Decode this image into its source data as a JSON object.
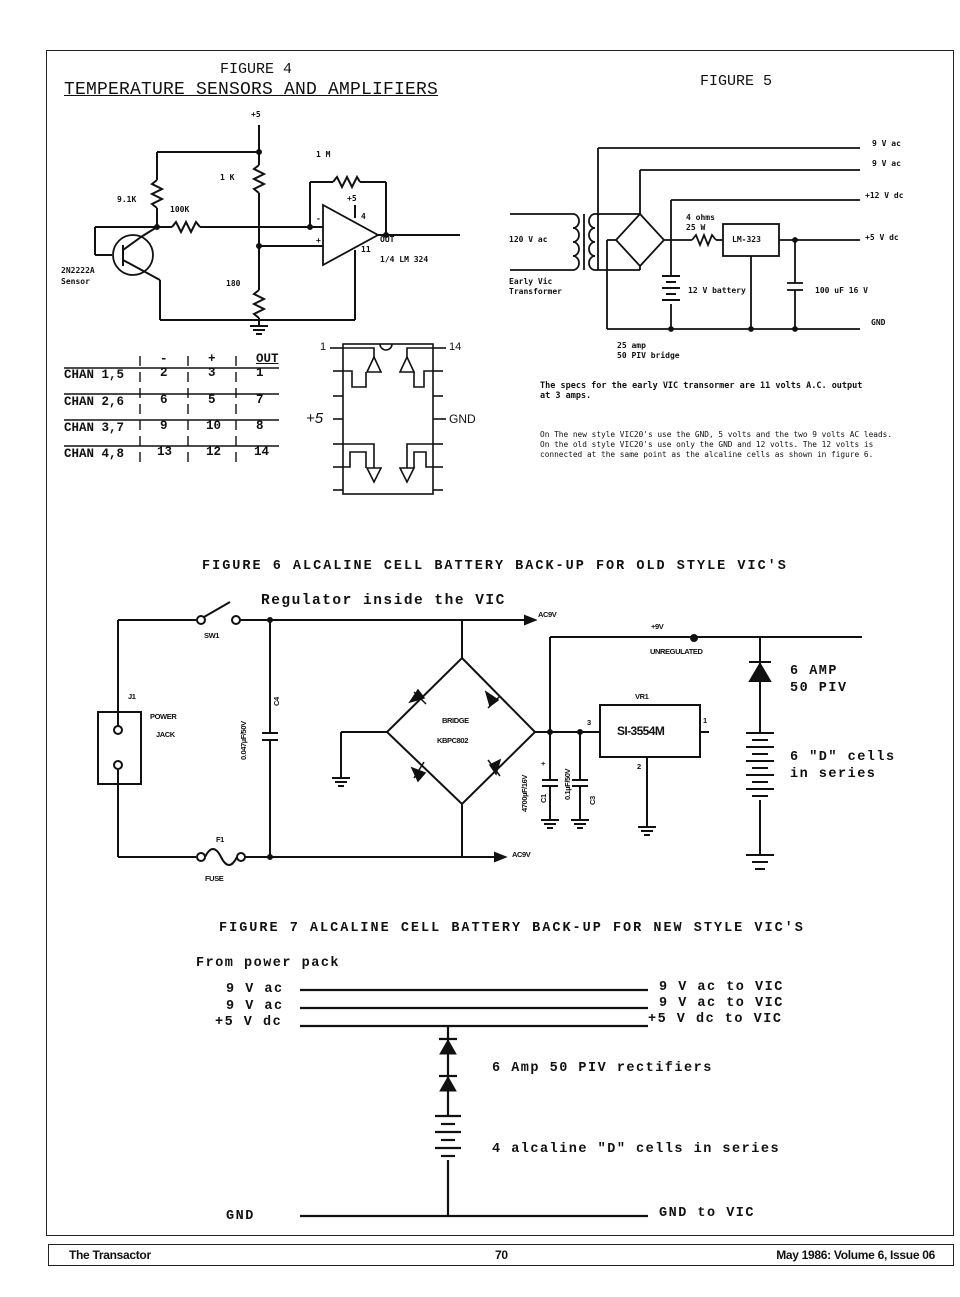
{
  "figure4": {
    "number_label": "FIGURE 4",
    "title": "TEMPERATURE SENSORS AND AMPLIFIERS",
    "labels": {
      "supply_top": "+5",
      "r_feedback": "1 M",
      "r_1k": "1 K",
      "r_9k1": "9.1K",
      "r_100k": "100K",
      "opamp_supply": "+5",
      "pin_4": "4",
      "pin_11": "11",
      "out": "OUT",
      "minus": "-",
      "plus": "+",
      "opamp_part": "1/4 LM 324",
      "transistor": "2N2222A",
      "transistor_role": "Sensor",
      "r_180": "180"
    },
    "pin_table": {
      "headers": [
        "",
        "-",
        "+",
        "OUT"
      ],
      "rows": [
        [
          "CHAN 1,5",
          "2",
          "3",
          "1"
        ],
        [
          "CHAN 2,6",
          "6",
          "5",
          "7"
        ],
        [
          "CHAN 3,7",
          "9",
          "10",
          "8"
        ],
        [
          "CHAN 4,8",
          "13",
          "12",
          "14"
        ]
      ]
    },
    "ic": {
      "pin_1": "1",
      "pin_14": "14",
      "vcc": "+5",
      "gnd": "GND"
    }
  },
  "figure5": {
    "number_label": "FIGURE 5",
    "outputs": [
      "9 V ac",
      "9 V ac",
      "+12 V dc",
      "+5 V dc",
      "GND"
    ],
    "input": "120 V ac",
    "transformer": [
      "Early Vic",
      "Transformer"
    ],
    "resistor": [
      "4 ohms",
      "25 W"
    ],
    "regulator": "LM-323",
    "battery": "12 V battery",
    "capacitor": "100 uF 16 V",
    "bridge": [
      "25 amp",
      "50 PIV bridge"
    ],
    "note1": [
      "The specs for the early VIC transormer are 11 volts A.C. output",
      "at 3 amps."
    ],
    "note2": [
      "On The new style VIC20's use the GND, 5 volts and the two 9 volts AC leads.",
      "On the old style VIC20's use only the GND and 12 volts.  The 12 volts is",
      "connected at the same point as the alcaline cells as shown in figure 6."
    ]
  },
  "figure6": {
    "title": "FIGURE 6 ALCALINE CELL BATTERY BACK-UP FOR OLD STYLE VIC'S",
    "subtitle": "Regulator inside the VIC",
    "switch": "SW1",
    "jack_ref": "J1",
    "jack": [
      "POWER",
      "JACK"
    ],
    "fuse_ref": "F1",
    "fuse": "FUSE",
    "c4": "C4",
    "c4_value": "0.047µF/50V",
    "bridge": [
      "BRIDGE",
      "KBPC802"
    ],
    "ac_top": "AC9V",
    "ac_bottom": "AC9V",
    "rail": "+9V",
    "rail_note": "UNREGULATED",
    "regulator_ref": "VR1",
    "regulator": "SI-3554M",
    "pins": [
      "3",
      "1",
      "2"
    ],
    "c1": "C1",
    "c1_value": "4700µF/16V",
    "c1_polarity": "+",
    "c3": "C3",
    "c3_value": "0.1µF/50V",
    "diode_label": [
      "6 AMP",
      "50 PIV"
    ],
    "cells_label": [
      "6 \"D\" cells",
      "in series"
    ]
  },
  "figure7": {
    "title": "FIGURE 7 ALCALINE CELL BATTERY BACK-UP FOR NEW STYLE VIC'S",
    "source": "From power pack",
    "inputs": [
      "9 V ac",
      "9 V ac",
      "+5 V dc",
      "GND"
    ],
    "outputs": [
      "9 V ac to VIC",
      "9 V ac to VIC",
      "+5 V dc to VIC",
      "GND to VIC"
    ],
    "diodes_label": "6 Amp 50 PIV rectifiers",
    "cells_label": "4 alcaline \"D\" cells in series"
  },
  "footer": {
    "publication": "The Transactor",
    "page": "70",
    "issue": "May 1986: Volume 6, Issue 06"
  }
}
